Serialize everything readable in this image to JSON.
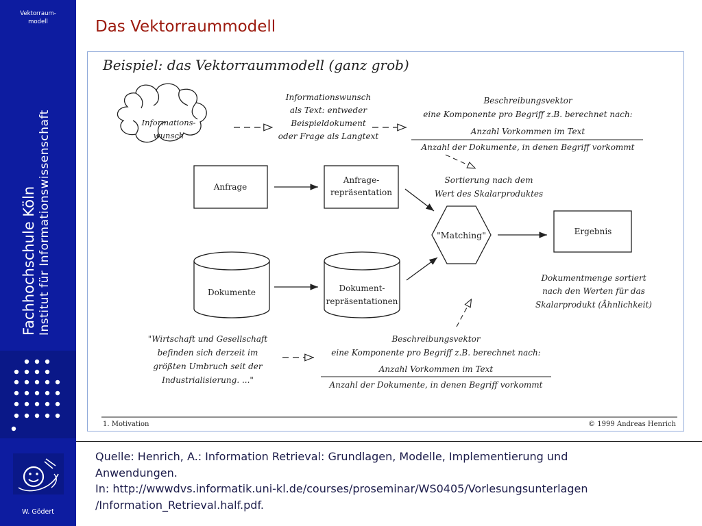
{
  "sidebar": {
    "topic_line1": "Vektorraum-",
    "topic_line2": "modell",
    "school": "Fachhochschule Köln",
    "institute": "Institut für Informationswissenschaft",
    "author": "W. Gödert"
  },
  "slide": {
    "title": "Das Vektorraummodell"
  },
  "figure": {
    "heading": "Beispiel: das Vektorraummodell (ganz grob)",
    "cloud_line1": "Informations-",
    "cloud_line2": "wunsch",
    "query_text_line1": "Informationswunsch",
    "query_text_line2": "als Text: entweder",
    "query_text_line3": "Beispieldokument",
    "query_text_line4": "oder Frage als Langtext",
    "vector_top_line1": "Beschreibungsvektor",
    "vector_top_line2": "eine Komponente pro Begriff z.B. berechnet nach:",
    "vector_top_numerator": "Anzahl Vorkommen im Text",
    "vector_top_denominator": "Anzahl der Dokumente, in denen Begriff vorkommt",
    "box_anfrage": "Anfrage",
    "box_anfrage_repr_line1": "Anfrage-",
    "box_anfrage_repr_line2": "repräsentation",
    "sort_line1": "Sortierung nach dem",
    "sort_line2": "Wert des Skalarproduktes",
    "matching": "\"Matching\"",
    "box_ergebnis": "Ergebnis",
    "cyl_dokumente": "Dokumente",
    "cyl_dok_repr_line1": "Dokument-",
    "cyl_dok_repr_line2": "repräsentationen",
    "result_line1": "Dokumentmenge sortiert",
    "result_line2": "nach den Werten für das",
    "result_line3": "Skalarprodukt (Ähnlichkeit)",
    "doc_text_line1": "\"Wirtschaft und Gesellschaft",
    "doc_text_line2": "befinden sich derzeit im",
    "doc_text_line3": "größten Umbruch seit der",
    "doc_text_line4": "Industrialisierung. ...\"",
    "vector_bottom_line1": "Beschreibungsvektor",
    "vector_bottom_line2": "eine Komponente pro Begriff z.B. berechnet nach:",
    "vector_bottom_numerator": "Anzahl Vorkommen im Text",
    "vector_bottom_denominator": "Anzahl der Dokumente, in denen Begriff vorkommt",
    "footer_left": "1. Motivation",
    "footer_right": "© 1999 Andreas Henrich"
  },
  "caption": {
    "line1": "Quelle: Henrich, A.: Information Retrieval: Grundlagen, Modelle, Implementierung und",
    "line2": "Anwendungen.",
    "line3": "In: http://wwwdvs.informatik.uni-kl.de/courses/proseminar/WS0405/Vorlesungsunterlagen",
    "line4": "/Information_Retrieval.half.pdf."
  },
  "colors": {
    "sidebar": "#0d1ca0",
    "title": "#9c1a0e",
    "figure_border": "#8fa9d9"
  }
}
